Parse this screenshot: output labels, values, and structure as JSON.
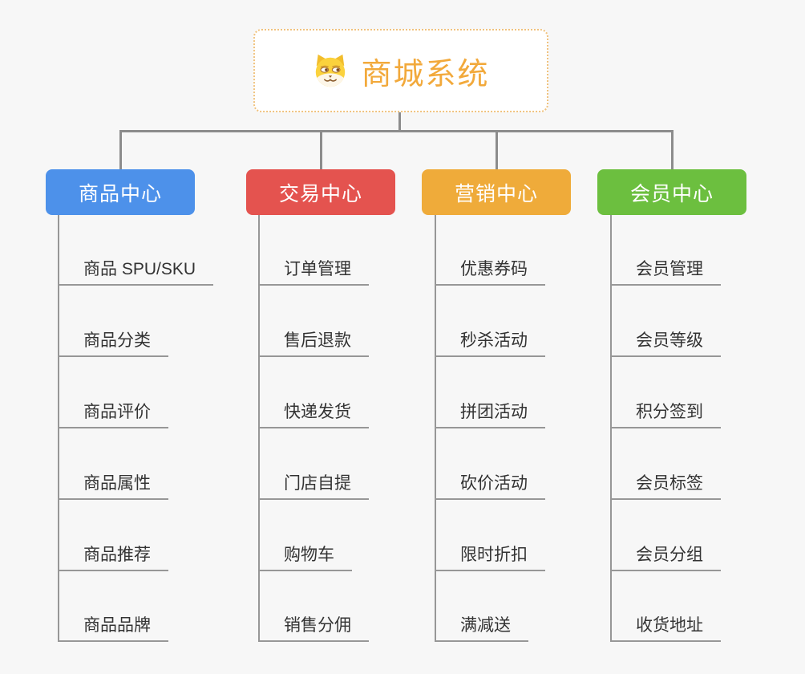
{
  "root": {
    "title": "商城系统",
    "icon": "dog-face-icon"
  },
  "branches": [
    {
      "label": "商品中心",
      "color": "#4d91ea",
      "items": [
        "商品 SPU/SKU",
        "商品分类",
        "商品评价",
        "商品属性",
        "商品推荐",
        "商品品牌"
      ]
    },
    {
      "label": "交易中心",
      "color": "#e4534f",
      "items": [
        "订单管理",
        "售后退款",
        "快递发货",
        "门店自提",
        "购物车",
        "销售分佣"
      ]
    },
    {
      "label": "营销中心",
      "color": "#efab3a",
      "items": [
        "优惠券码",
        "秒杀活动",
        "拼团活动",
        "砍价活动",
        "限时折扣",
        "满减送"
      ]
    },
    {
      "label": "会员中心",
      "color": "#6cbf3f",
      "items": [
        "会员管理",
        "会员等级",
        "积分签到",
        "会员标签",
        "会员分组",
        "收货地址"
      ]
    }
  ],
  "colors": {
    "page_bg": "#f7f7f7",
    "root_text": "#f2a93b",
    "root_border": "#f0c27e",
    "connector": "#8c8c8c",
    "sub_connector": "#979797",
    "item_text": "#333333"
  }
}
